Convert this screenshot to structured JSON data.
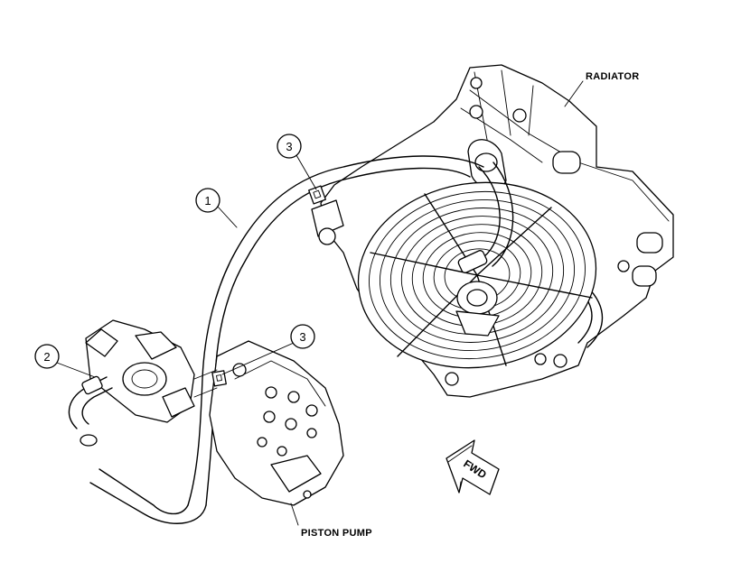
{
  "labels": {
    "radiator": "RADIATOR",
    "piston_pump": "PISTON PUMP",
    "fwd": "FWD"
  },
  "callouts": [
    {
      "id": "1"
    },
    {
      "id": "2"
    },
    {
      "id": "3"
    },
    {
      "id": "3"
    }
  ]
}
